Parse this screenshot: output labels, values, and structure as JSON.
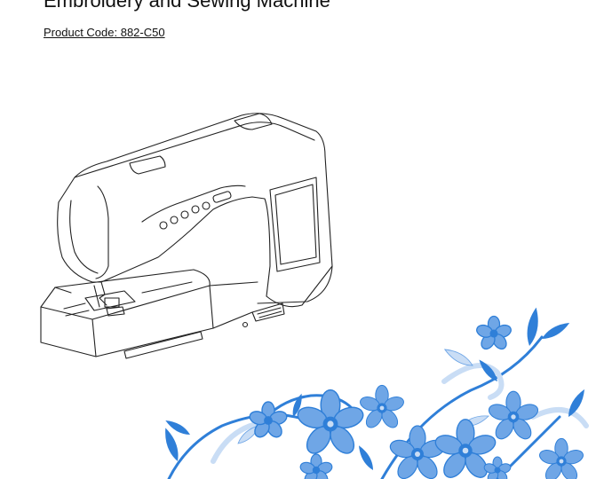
{
  "document": {
    "title": "Embroidery and Sewing Machine",
    "product_code": "Product Code: 882-C50"
  },
  "illustrations": {
    "machine": "sewing-machine-line-drawing",
    "floral": "blue-floral-embroidery-pattern"
  },
  "colors": {
    "text": "#111111",
    "line_art": "#222222",
    "floral_dark": "#2f7fd8",
    "floral_mid": "#6fa6e6",
    "floral_light": "#c9ddf5"
  }
}
